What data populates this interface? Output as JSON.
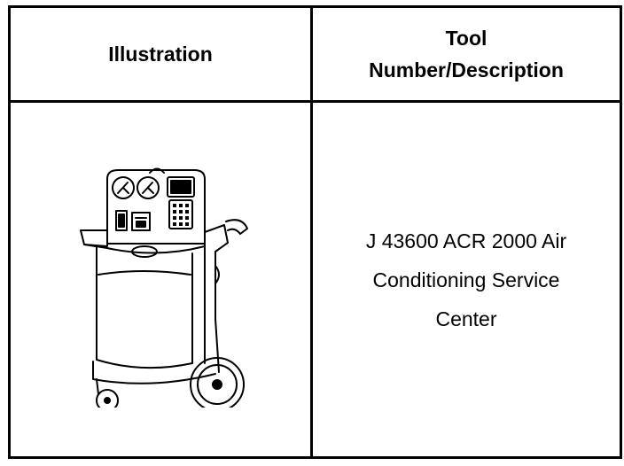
{
  "table": {
    "headers": {
      "illustration": "Illustration",
      "tool_line1": "Tool",
      "tool_line2": "Number/Description"
    },
    "rows": [
      {
        "illustration_icon": "ac-service-center-machine-icon",
        "description_line1": "J 43600 ACR 2000 Air",
        "description_line2": "Conditioning Service",
        "description_line3": "Center"
      }
    ]
  },
  "colors": {
    "border": "#000000",
    "background": "#ffffff",
    "text": "#000000"
  }
}
